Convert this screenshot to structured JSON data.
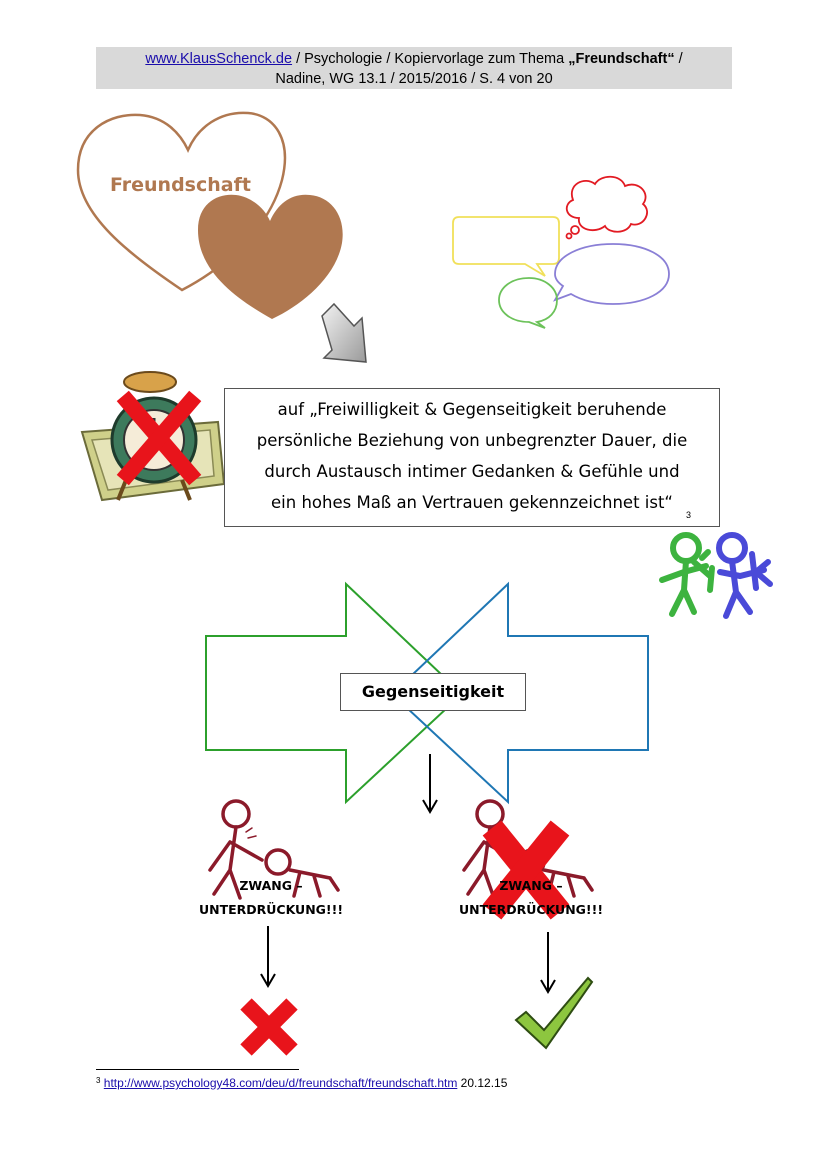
{
  "header": {
    "link": "www.KlausSchenck.de",
    "line1_rest": " / Psychologie / Kopiervorlage zum Thema ",
    "topic": "„Freundschaft“",
    "line1_end": " /",
    "line2": "Nadine, WG 13.1 / 2015/2016 / S. 4 von 20"
  },
  "heart": {
    "label": "Freundschaft",
    "outline_color": "#b07850",
    "fill_color": "#b07850"
  },
  "definition": {
    "lines": [
      "auf „Freiwilligkeit & Gegenseitigkeit beruhende",
      "persönliche Beziehung von unbegrenzter Dauer, die",
      "durch Austausch intimer Gedanken & Gefühle und",
      "ein hohes Maß an Vertrauen gekennzeichnet ist“"
    ],
    "footnote_ref": "3"
  },
  "center": {
    "label": "Gegenseitigkeit"
  },
  "arrows": {
    "left_color": "#2ca02c",
    "right_color": "#1f77b4"
  },
  "left_case": {
    "line1": "ZWANG –",
    "line2": "UNTERDRÜCKUNG!!!"
  },
  "right_case": {
    "line1": "ZWANG –",
    "line2": "UNTERDRÜCKUNG!!!"
  },
  "colors": {
    "cross": "#e8141b",
    "check": "#8dc63f",
    "stick": "#8b1a2a"
  },
  "footnote": {
    "number": "3",
    "url": "http://www.psychology48.com/deu/d/freundschaft/freundschaft.htm",
    "date": " 20.12.15"
  }
}
